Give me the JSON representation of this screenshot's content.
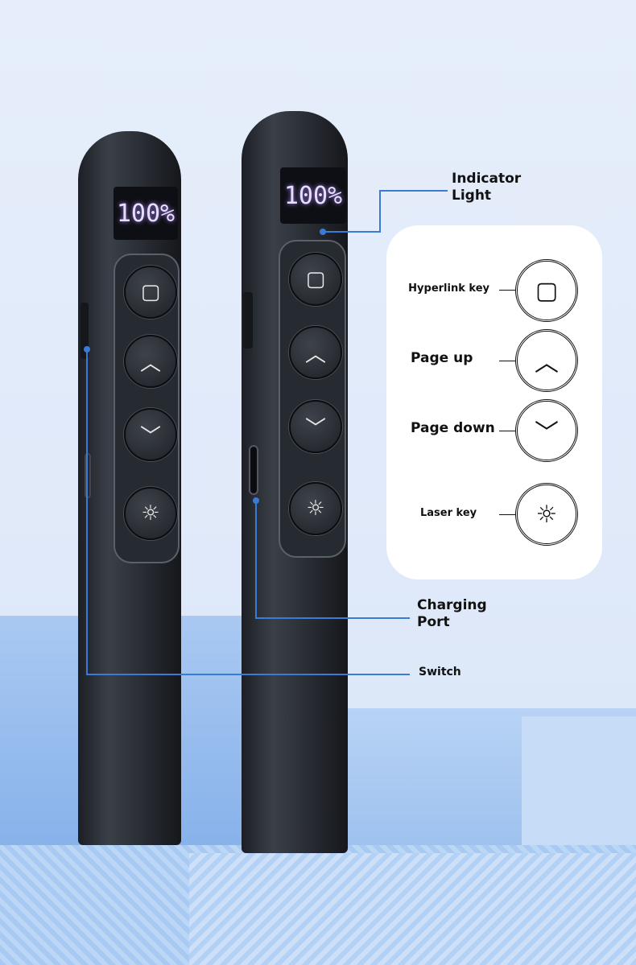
{
  "device": {
    "screen_reading": "100%"
  },
  "callouts": {
    "indicator_light": [
      "Indicator",
      "Light"
    ],
    "charging_port": [
      "Charging",
      "Port"
    ],
    "switch": "Switch"
  },
  "keys": [
    {
      "label": "Hyperlink key",
      "icon": "square-icon",
      "glyph": "▢"
    },
    {
      "label": "Page up",
      "icon": "chevron-up-icon",
      "glyph": "︿"
    },
    {
      "label": "Page down",
      "icon": "chevron-down-icon",
      "glyph": "﹀"
    },
    {
      "label": "Laser key",
      "icon": "sun-icon",
      "glyph": "☼"
    }
  ],
  "colors": {
    "callout_line": "#3a7bd5",
    "background": "#e6eefb",
    "pen": "#2a2e35"
  }
}
